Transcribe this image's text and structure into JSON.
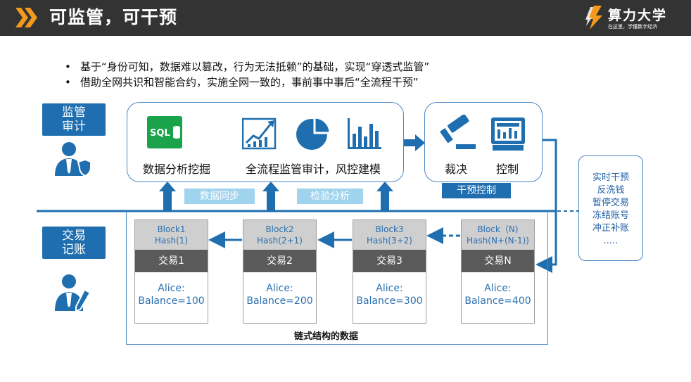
{
  "header": {
    "title": "可监管，可干预",
    "brand_name": "算力大学",
    "brand_slogan": "在这里，学懂数字经济"
  },
  "bullets": [
    "基于“身份可知，数据难以篡改，行为无法抵赖”的基础，实现“穿透式监管”",
    "借助全网共识和智能合约，实施全网一致的，事前事中事后“全流程干预”"
  ],
  "roles": {
    "audit": "监管\n审计",
    "ledger": "交易\n记账"
  },
  "tools": {
    "data_mining": "数据分析挖掘",
    "audit_risk": "全流程监管审计，风控建模",
    "ruling": "裁决",
    "control": "控制",
    "sql": "SQL"
  },
  "tags": {
    "data_sync": "数据同步",
    "inspection": "检验分析",
    "intervention": "干预控制"
  },
  "chain": {
    "label": "链式结构的数据",
    "blocks": [
      {
        "head1": "Block1",
        "head2": "Hash(1)",
        "tx": "交易1",
        "owner": "Alice:",
        "balance": "Balance=100"
      },
      {
        "head1": "Block2",
        "head2": "Hash(2+1)",
        "tx": "交易2",
        "owner": "Alice:",
        "balance": "Balance=200"
      },
      {
        "head1": "Block3",
        "head2": "Hash(3+2)",
        "tx": "交易3",
        "owner": "Alice:",
        "balance": "Balance=300"
      },
      {
        "head1": "Block（N)",
        "head2": "Hash(N+(N-1))",
        "tx": "交易N",
        "owner": "Alice:",
        "balance": "Balance=400"
      }
    ]
  },
  "actions": [
    "实时干预",
    "反洗钱",
    "暂停交易",
    "冻结账号",
    "冲正补账",
    "....."
  ],
  "colors": {
    "header_bg": "#333333",
    "accent_orange": "#f39a1e",
    "primary_blue": "#1f6fb0",
    "green": "#1aa34a",
    "light_blue": "#9fd3ee"
  }
}
